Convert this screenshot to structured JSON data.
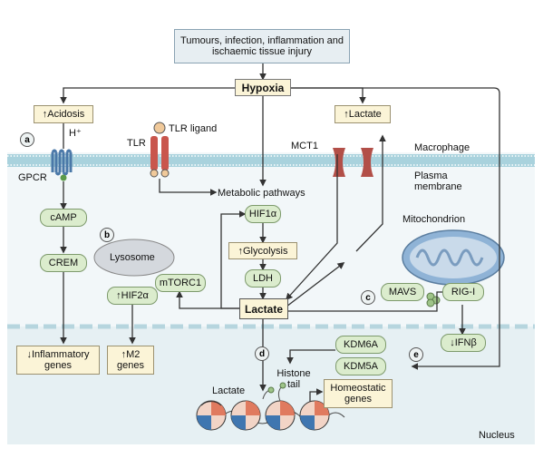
{
  "top_box": "Tumours, infection, inflammation and ischaemic tissue injury",
  "hypoxia": "Hypoxia",
  "acidosis": "↑Acidosis",
  "h_plus": "H⁺",
  "lactate_up": "↑Lactate",
  "tlr": "TLR",
  "tlr_ligand": "TLR ligand",
  "gpcr": "GPCR",
  "mct1": "MCT1",
  "macrophage": "Macrophage",
  "plasma_membrane": "Plasma membrane",
  "metabolic_pathways": "Metabolic pathways",
  "hif1a": "HIF1α",
  "glycolysis": "↑Glycolysis",
  "ldh": "LDH",
  "lactate_center": "Lactate",
  "camp": "cAMP",
  "crem": "CREM",
  "lysosome": "Lysosome",
  "mtorc1": "mTORC1",
  "hif2a": "↑HIF2α",
  "mitochondrion": "Mitochondrion",
  "mavs": "MAVS",
  "rig_i": "RIG-I",
  "ifnb": "↓IFNβ",
  "kdm6a": "KDM6A",
  "kdm5a": "KDM5A",
  "inflammatory_genes": "↓Inflammatory genes",
  "m2_genes": "↑M2 genes",
  "histone_tail": "Histone tail",
  "lactate_chromatin": "Lactate",
  "homeostatic_genes": "Homeostatic genes",
  "nucleus": "Nucleus",
  "labels": {
    "a": "a",
    "b": "b",
    "c": "c",
    "d": "d",
    "e": "e"
  },
  "colors": {
    "membrane": "#a9d2dd",
    "nucleus_bg": "#e6f0f3",
    "cytoplasm_bg": "#f2f7f9",
    "yellow_box": "#fbf4d7",
    "green_box": "#dbeccd",
    "mct1": "#b24f48",
    "tlr": "#c9564d",
    "mitochondrion": "#8fb3d6"
  }
}
